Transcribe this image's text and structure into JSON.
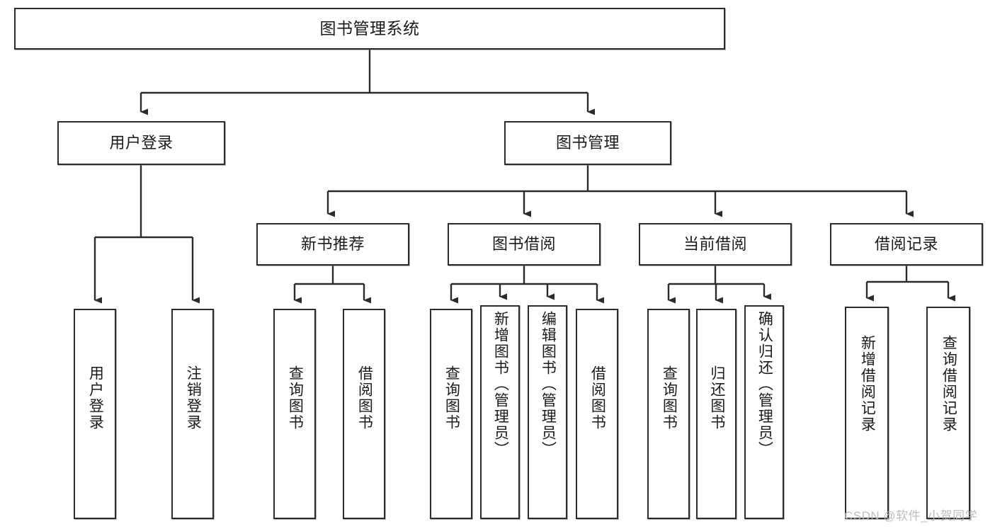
{
  "diagram": {
    "title": "图书管理系统",
    "type": "tree-hierarchy-chart",
    "root": {
      "id": "root",
      "label": "图书管理系统"
    },
    "level1": [
      {
        "id": "user-login",
        "label": "用户登录"
      },
      {
        "id": "book-manage",
        "label": "图书管理"
      }
    ],
    "level2": [
      {
        "id": "new-book-rec",
        "label": "新书推荐",
        "parent": "book-manage"
      },
      {
        "id": "book-borrow",
        "label": "图书借阅",
        "parent": "book-manage"
      },
      {
        "id": "current-borrow",
        "label": "当前借阅",
        "parent": "book-manage"
      },
      {
        "id": "borrow-record",
        "label": "借阅记录",
        "parent": "book-manage"
      }
    ],
    "leaves": [
      {
        "id": "leaf-user-login",
        "label": "用户登录",
        "parent": "user-login"
      },
      {
        "id": "leaf-logout-login",
        "label": "注销登录",
        "parent": "user-login"
      },
      {
        "id": "leaf-query-book-1",
        "label": "查询图书",
        "parent": "new-book-rec"
      },
      {
        "id": "leaf-borrow-book-1",
        "label": "借阅图书",
        "parent": "new-book-rec"
      },
      {
        "id": "leaf-query-book-2",
        "label": "查询图书",
        "parent": "book-borrow"
      },
      {
        "id": "leaf-add-book",
        "label": "新增图书（管理员）",
        "parent": "book-borrow"
      },
      {
        "id": "leaf-edit-book",
        "label": "编辑图书（管理员）",
        "parent": "book-borrow"
      },
      {
        "id": "leaf-borrow-book-2",
        "label": "借阅图书",
        "parent": "book-borrow"
      },
      {
        "id": "leaf-query-book-3",
        "label": "查询图书",
        "parent": "current-borrow"
      },
      {
        "id": "leaf-return-book",
        "label": "归还图书",
        "parent": "current-borrow"
      },
      {
        "id": "leaf-confirm-return",
        "label": "确认归还（管理员）",
        "parent": "current-borrow"
      },
      {
        "id": "leaf-add-record",
        "label": "新增借阅记录",
        "parent": "borrow-record"
      },
      {
        "id": "leaf-query-record",
        "label": "查询借阅记录",
        "parent": "borrow-record"
      }
    ]
  },
  "watermark": {
    "text": "CSDN @软件_小贺同学"
  },
  "colors": {
    "border": "#2b2b2b",
    "background": "#ffffff",
    "text": "#1a1a1a",
    "watermark": "#b9b9b9"
  }
}
